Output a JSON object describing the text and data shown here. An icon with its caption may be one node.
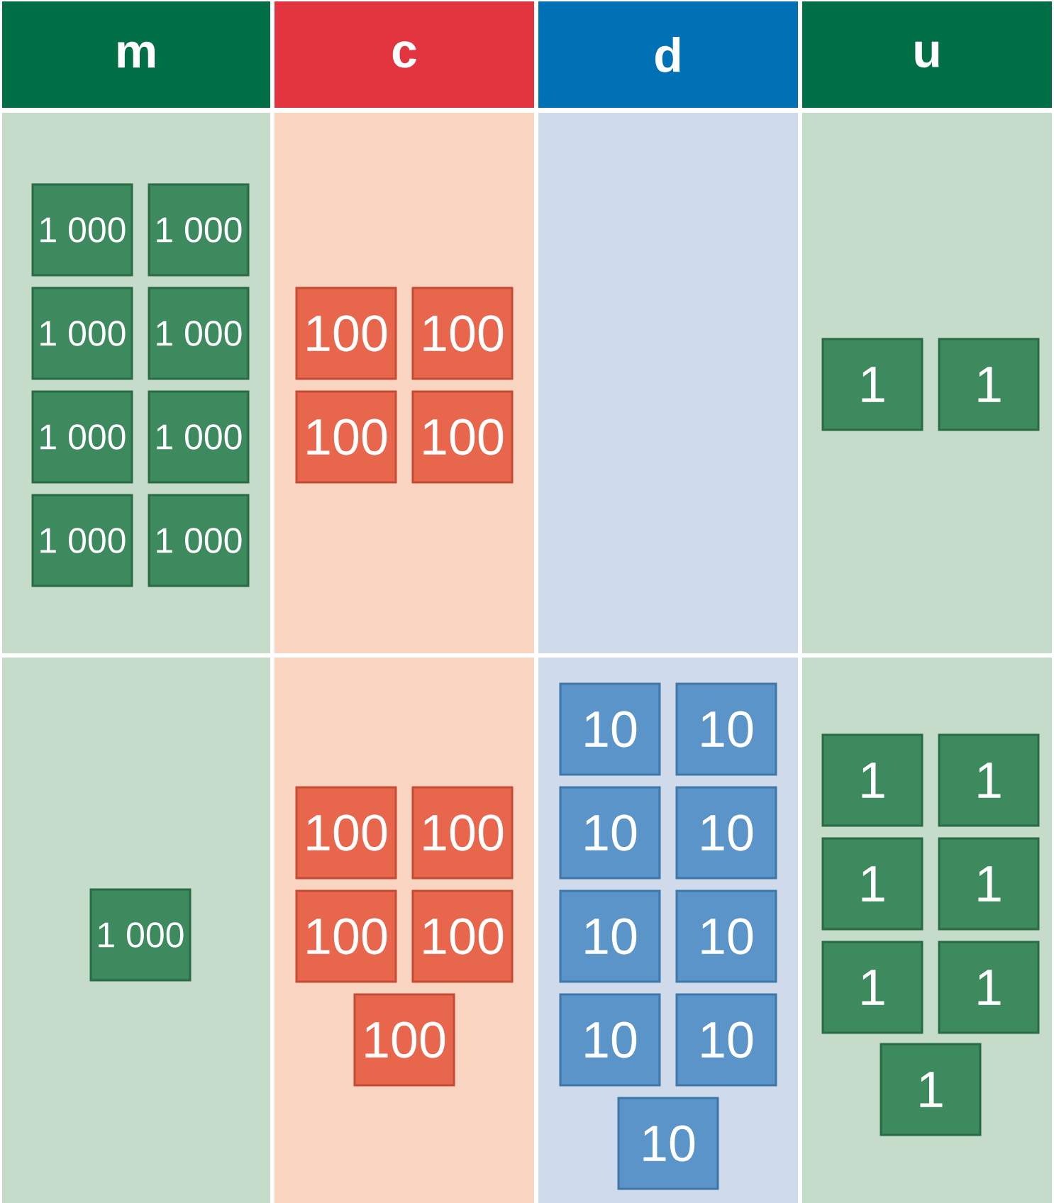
{
  "diagram": {
    "nodes": [
      {
        "text": [
          "m"
        ]
      },
      {
        "text": [
          "c"
        ]
      },
      {
        "text": [
          "d"
        ]
      },
      {
        "text": [
          "u"
        ]
      },
      {
        "text": [
          "1 000"
        ]
      },
      {
        "text": [
          "1 000"
        ]
      },
      {
        "text": [
          "1 000"
        ]
      },
      {
        "text": [
          "1 000"
        ]
      },
      {
        "text": [
          "1 000"
        ]
      },
      {
        "text": [
          "1 000"
        ]
      },
      {
        "text": [
          "1 000"
        ]
      },
      {
        "text": [
          "1 000"
        ]
      },
      {
        "text": [
          "100"
        ]
      },
      {
        "text": [
          "100"
        ]
      },
      {
        "text": [
          "100"
        ]
      },
      {
        "text": [
          "100"
        ]
      },
      {
        "text": [
          "1"
        ]
      },
      {
        "text": [
          "1"
        ]
      },
      {
        "text": [
          "1 000"
        ]
      },
      {
        "text": [
          "100"
        ]
      },
      {
        "text": [
          "100"
        ]
      },
      {
        "text": [
          "100"
        ]
      },
      {
        "text": [
          "100"
        ]
      },
      {
        "text": [
          "100"
        ]
      },
      {
        "text": [
          "10"
        ]
      },
      {
        "text": [
          "10"
        ]
      },
      {
        "text": [
          "10"
        ]
      },
      {
        "text": [
          "10"
        ]
      },
      {
        "text": [
          "10"
        ]
      },
      {
        "text": [
          "10"
        ]
      },
      {
        "text": [
          "10"
        ]
      },
      {
        "text": [
          "10"
        ]
      },
      {
        "text": [
          "10"
        ]
      },
      {
        "text": [
          "1"
        ]
      },
      {
        "text": [
          "1"
        ]
      },
      {
        "text": [
          "1"
        ]
      },
      {
        "text": [
          "1"
        ]
      },
      {
        "text": [
          "1"
        ]
      },
      {
        "text": [
          "1"
        ]
      },
      {
        "text": [
          "1"
        ]
      }
    ]
  }
}
